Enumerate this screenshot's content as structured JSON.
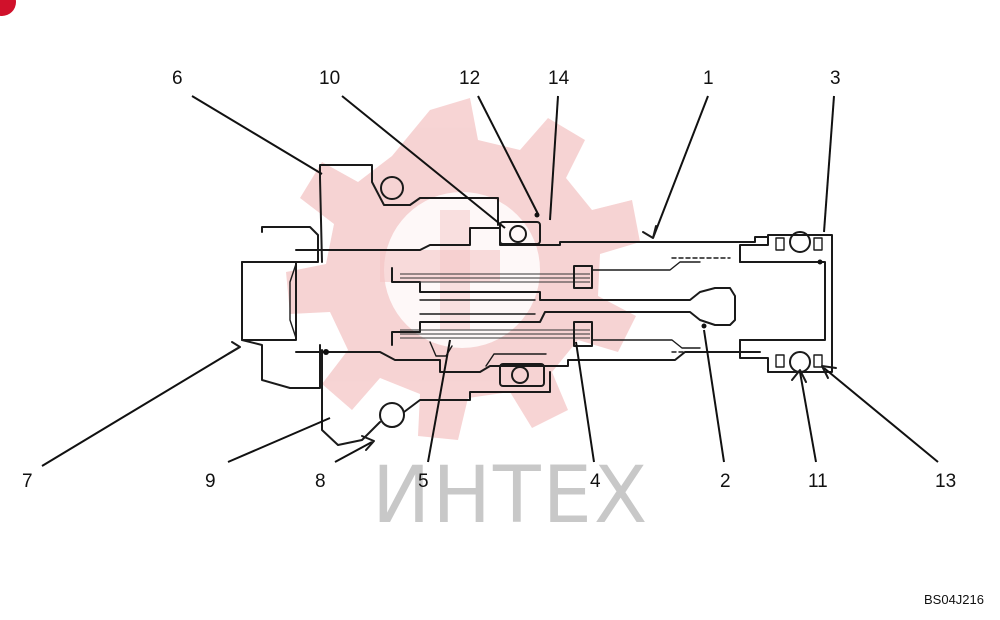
{
  "drawing_code": "BS04J216",
  "watermark": {
    "text": "ИНТЕХ",
    "gear_color": "#f4c6c6",
    "text_color": "#c8c8c8"
  },
  "callouts": [
    "1",
    "2",
    "3",
    "4",
    "5",
    "6",
    "7",
    "8",
    "9",
    "10",
    "11",
    "12",
    "13",
    "14"
  ],
  "colors": {
    "ink": "#1a1a1a",
    "corner_badge": "#d0112b"
  }
}
